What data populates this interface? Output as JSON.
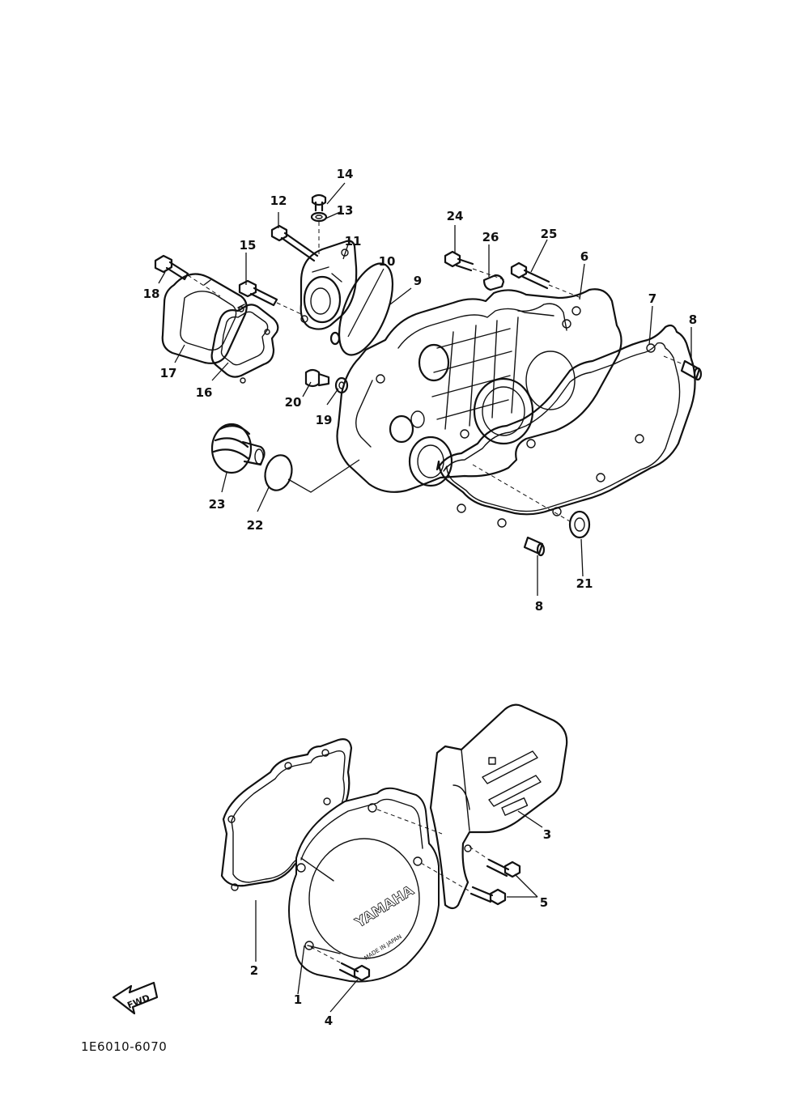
{
  "callouts": {
    "c1": "1",
    "c2": "2",
    "c3": "3",
    "c4": "4",
    "c5": "5",
    "c6": "6",
    "c7": "7",
    "c8a": "8",
    "c8b": "8",
    "c9": "9",
    "c10": "10",
    "c11": "11",
    "c12": "12",
    "c13": "13",
    "c14": "14",
    "c15": "15",
    "c16": "16",
    "c17": "17",
    "c18": "18",
    "c19": "19",
    "c20": "20",
    "c21": "21",
    "c22": "22",
    "c23": "23",
    "c24": "24",
    "c25": "25",
    "c26": "26"
  },
  "cover_brand": "YAMAHA",
  "cover_origin": "MADE IN JAPAN",
  "fwd_label": "FWD",
  "ref_code": "1E6010-6070"
}
